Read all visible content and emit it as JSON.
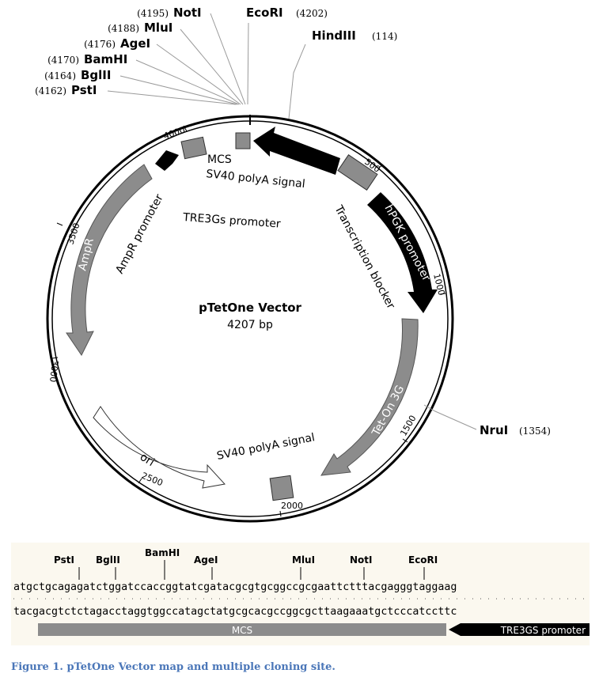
{
  "vector": {
    "name": "pTetOne Vector",
    "size": "4207 bp"
  },
  "restriction_sites": [
    {
      "name": "NotI",
      "pos": "(4195)"
    },
    {
      "name": "EcoRI",
      "pos": "(4202)"
    },
    {
      "name": "MluI",
      "pos": "(4188)"
    },
    {
      "name": "HindIII",
      "pos": "(114)"
    },
    {
      "name": "AgeI",
      "pos": "(4176)"
    },
    {
      "name": "BamHI",
      "pos": "(4170)"
    },
    {
      "name": "BglII",
      "pos": "(4164)"
    },
    {
      "name": "PstI",
      "pos": "(4162)"
    },
    {
      "name": "NruI",
      "pos": "(1354)"
    }
  ],
  "features": {
    "mcs": "MCS",
    "sv40_top": "SV40 polyA signal",
    "tre3gs": "TRE3Gs promoter",
    "transcription_blocker": "Transcription blocker",
    "hpgk": "hPGK promoter",
    "amp_promoter": "AmpR promoter",
    "ampr": "AmpR",
    "teton": "Tet-On 3G",
    "sv40_bottom": "SV40 polyA signal",
    "ori": "ori"
  },
  "ticks": [
    "4000",
    "500",
    "3500",
    "1000",
    "3000",
    "1500",
    "2500",
    "2000"
  ],
  "mcs_panel": {
    "sites": [
      "PstI",
      "BglII",
      "BamHI",
      "AgeI",
      "MluI",
      "NotI",
      "EcoRI"
    ],
    "top_strand": "atgctgcagagatctggatccaccggtatcgatacgcgtgcggccgcgaattctttacgagggtaggaag",
    "bottom_strand": "tacgacgtctctagacctaggtggccatagctatgcgcacgccggcgcttaagaaatgctcccatccttc",
    "bar_mcs": "MCS",
    "bar_promoter": "TRE3GS promoter"
  },
  "caption": "Figure 1. pTetOne Vector map and multiple cloning site.",
  "colors": {
    "feature_gray": "#8c8c8c",
    "promoter_black": "#000000",
    "panel_bg": "#fbf8ef",
    "caption_blue": "#4a76b8"
  }
}
